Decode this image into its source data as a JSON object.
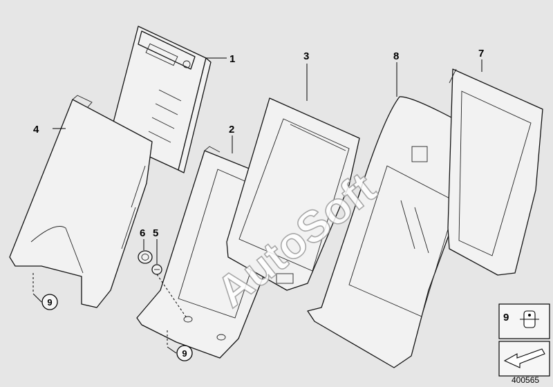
{
  "diagram": {
    "callouts": {
      "p1": "1",
      "p2": "2",
      "p3": "3",
      "p4": "4",
      "p5": "5",
      "p6": "6",
      "p7": "7",
      "p8": "8",
      "p9a": "9",
      "p9b": "9",
      "legend9": "9"
    },
    "watermark": "AutoSoft",
    "document_number": "400565"
  }
}
